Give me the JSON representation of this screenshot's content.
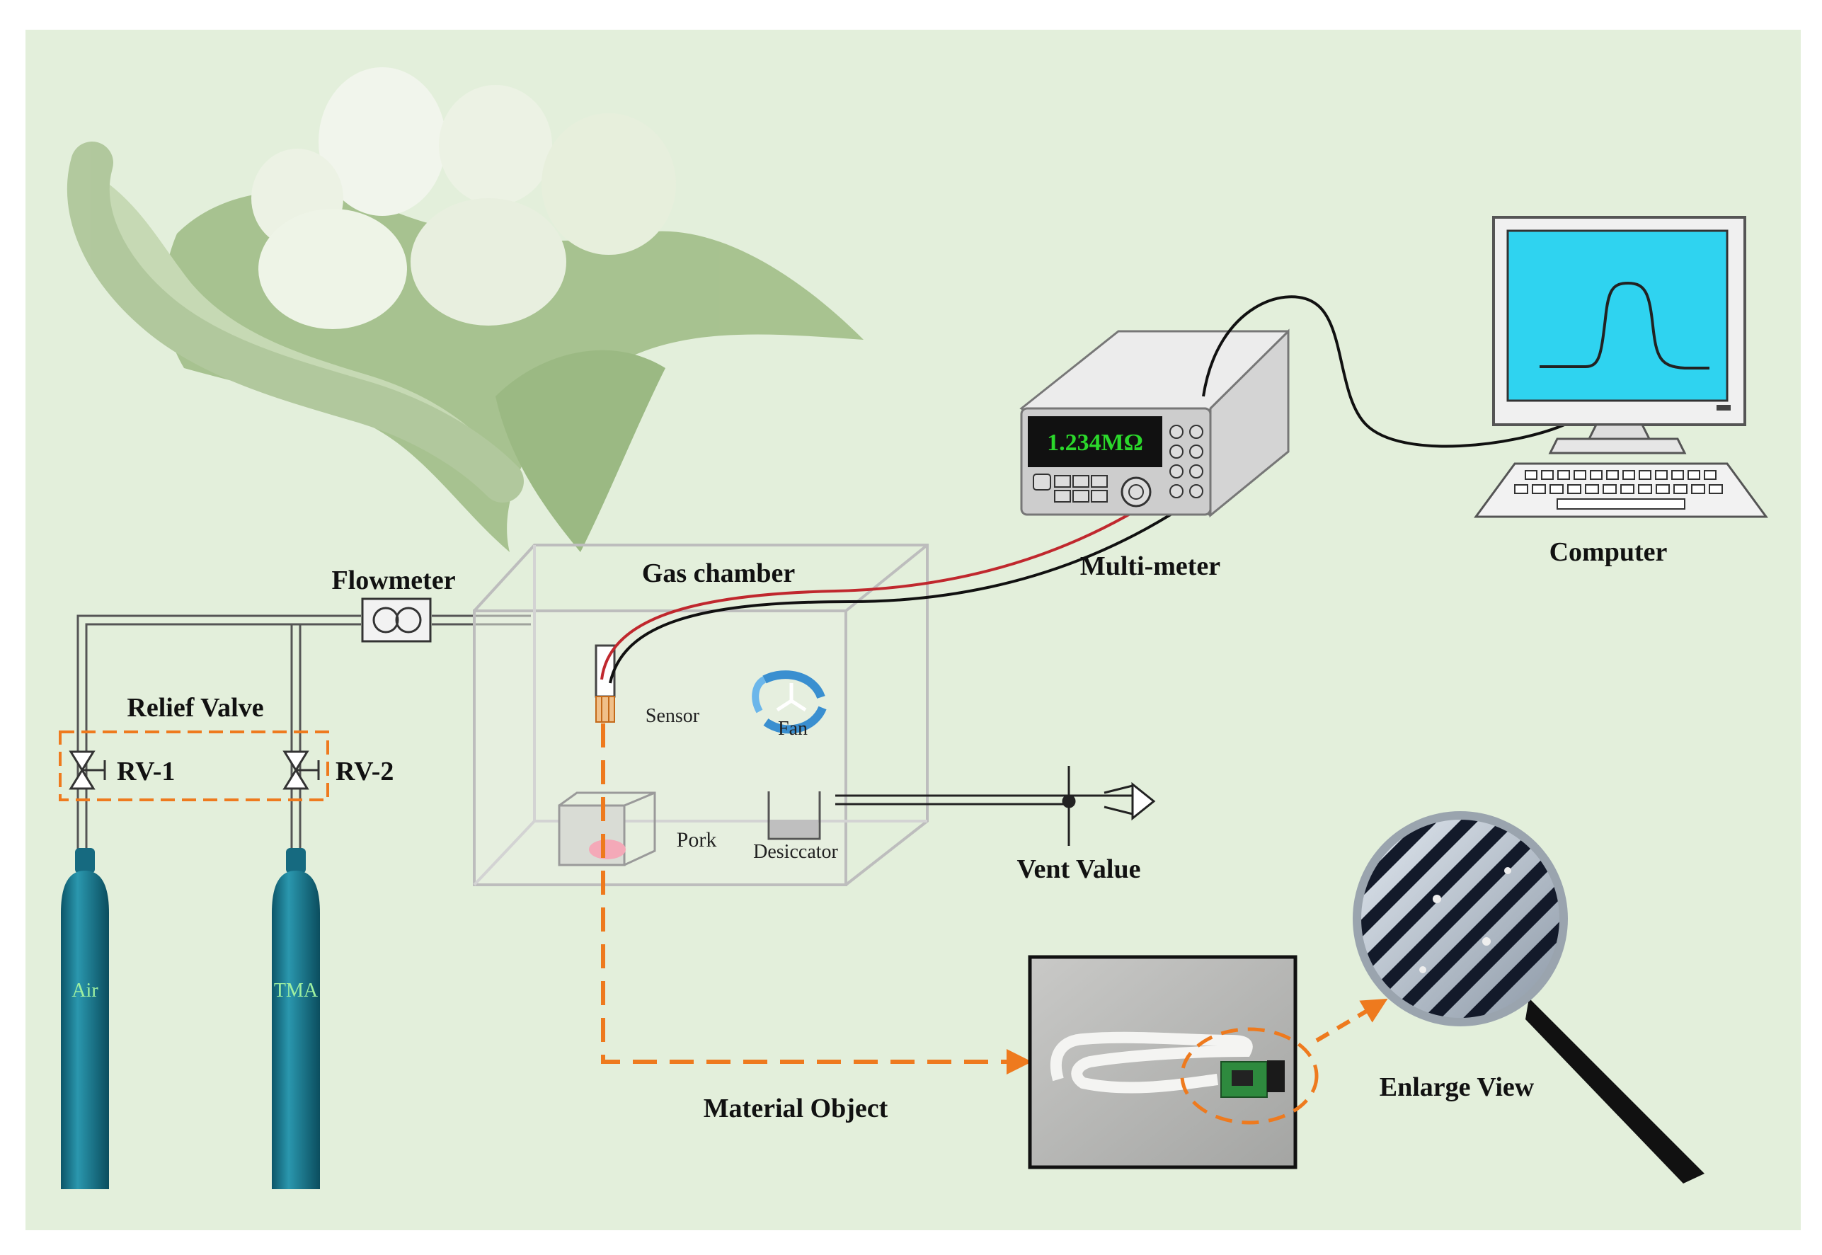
{
  "labels": {
    "flowmeter": "Flowmeter",
    "gas_chamber": "Gas chamber",
    "multimeter": "Multi-meter",
    "computer": "Computer",
    "relief_valve": "Relief Valve",
    "rv1": "RV-1",
    "rv2": "RV-2",
    "sensor": "Sensor",
    "fan": "Fan",
    "pork": "Pork",
    "desiccator": "Desiccator",
    "vent_value": "Vent Value",
    "material_object": "Material Object",
    "enlarge_view": "Enlarge View",
    "air": "Air",
    "tma": "TMA"
  },
  "multimeter_display": "1.234MΩ",
  "colors": {
    "background": "#e3efdb",
    "cylinder": "#17738a",
    "dashed_arrow": "#ee7a1e",
    "screen": "#2fd3f0",
    "display_text": "#2bd82b",
    "red_wire": "#c0282e"
  }
}
